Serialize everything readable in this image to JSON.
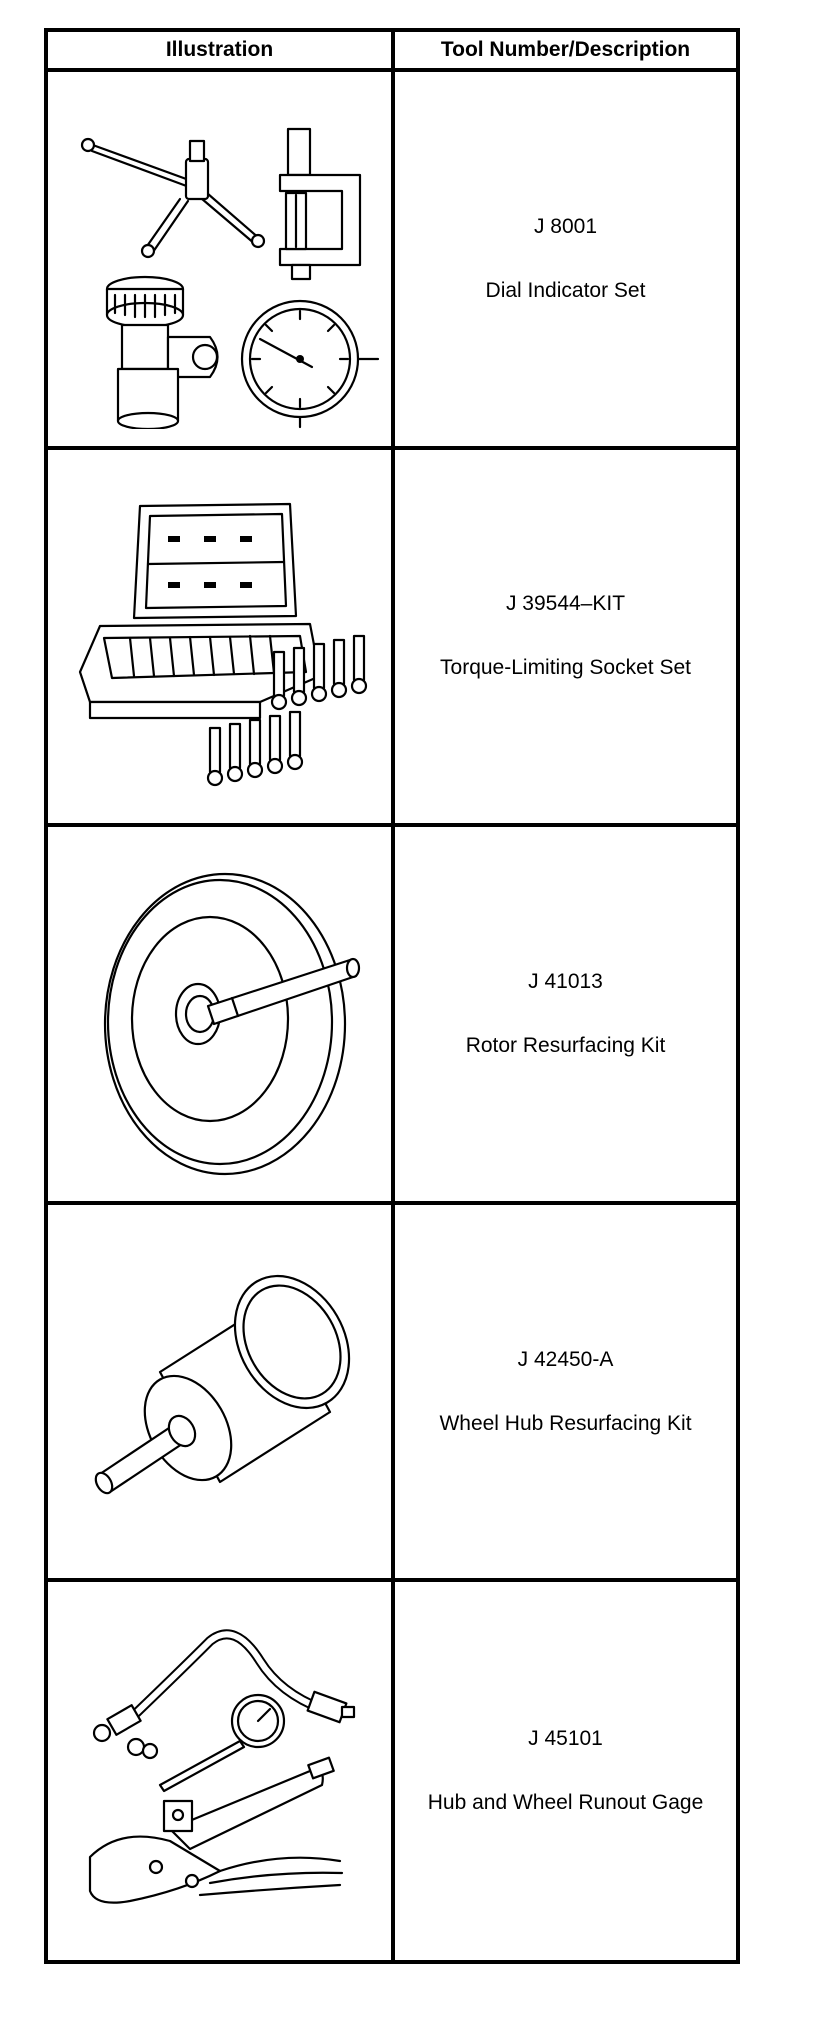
{
  "table": {
    "header": {
      "illustration": "Illustration",
      "description": "Tool Number/Description"
    },
    "rows": [
      {
        "number": "J 8001",
        "description": "Dial Indicator Set",
        "icon": "dial-indicator-set-illustration"
      },
      {
        "number": "J 39544–KIT",
        "description": "Torque-Limiting Socket Set",
        "icon": "socket-set-case-illustration"
      },
      {
        "number": "J 41013",
        "description": "Rotor Resurfacing Kit",
        "icon": "rotor-disc-illustration"
      },
      {
        "number": "J 42450-A",
        "description": "Wheel Hub Resurfacing Kit",
        "icon": "hub-cylinder-illustration"
      },
      {
        "number": "J 45101",
        "description": "Hub and Wheel Runout Gage",
        "icon": "runout-gage-illustration"
      }
    ]
  }
}
